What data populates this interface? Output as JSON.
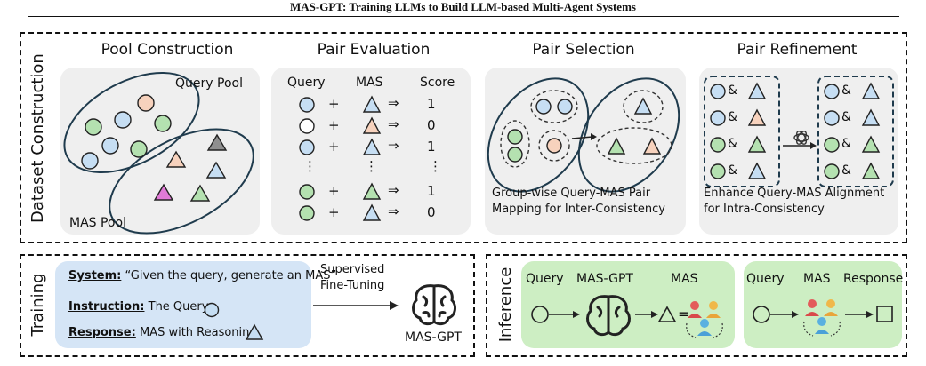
{
  "header": {
    "title": "MAS-GPT: Training LLMs to Build LLM-based Multi-Agent Systems"
  },
  "dataset": {
    "section_label": "Dataset Construction",
    "pool": {
      "title": "Pool Construction",
      "query_pool": "Query Pool",
      "mas_pool": "MAS Pool"
    },
    "eval": {
      "title": "Pair Evaluation",
      "col_query": "Query",
      "col_mas": "MAS",
      "col_score": "Score",
      "plus": "+",
      "arrow": "⇒",
      "ellipsis": "⋮",
      "scores": [
        "1",
        "0",
        "1",
        "1",
        "0"
      ]
    },
    "selection": {
      "title": "Pair Selection",
      "caption_line1": "Group-wise Query-MAS Pair",
      "caption_line2": "Mapping for Inter-Consistency"
    },
    "refinement": {
      "title": "Pair Refinement",
      "amp": "&",
      "caption_line1": "Enhance Query-MAS Alignment",
      "caption_line2": "for Intra-Consistency"
    }
  },
  "training": {
    "section_label": "Training",
    "system_label": "System:",
    "system_text": "“Given the query, generate an MAS”",
    "instruction_label": "Instruction:",
    "instruction_text": "The Query",
    "response_label": "Response:",
    "response_text": "MAS with Reasoning",
    "sft_line1": "Supervised",
    "sft_line2": "Fine-Tuning",
    "model": "MAS-GPT"
  },
  "inference": {
    "section_label": "Inference",
    "query": "Query",
    "model": "MAS-GPT",
    "mas": "MAS",
    "eq": "=",
    "query2": "Query",
    "mas2": "MAS",
    "response": "Response"
  },
  "colors": {
    "blue": "#c6def3",
    "peach": "#f7d2bd",
    "green": "#b4e1b0",
    "pink": "#e07ad6",
    "gray": "#8f8f8f",
    "panel": "#efefef",
    "train_bg": "#d5e5f6",
    "infer_bg": "#cdeec3"
  }
}
